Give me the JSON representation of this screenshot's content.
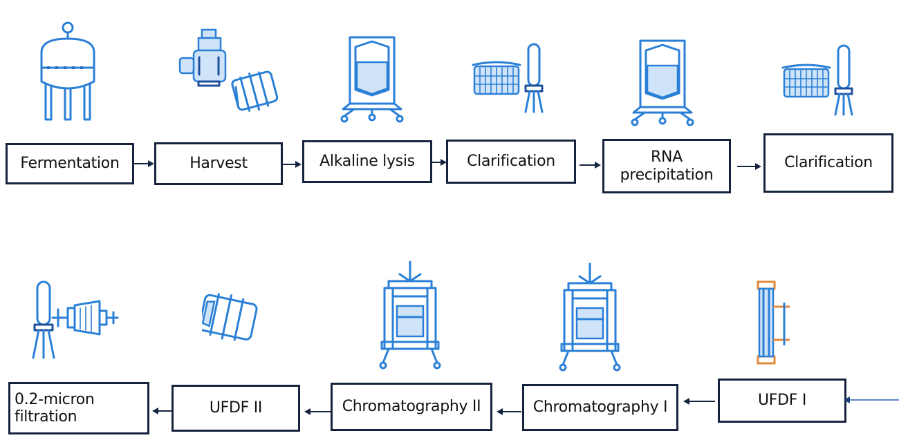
{
  "steps_row1": [
    {
      "label": "Fermentation",
      "icon": "fermenter-icon"
    },
    {
      "label": "Harvest",
      "icon": "centrifuge-icon"
    },
    {
      "label": "Alkaline lysis",
      "icon": "mixing-tank-icon"
    },
    {
      "label": "Clarification",
      "icon": "filter-basket-icon"
    },
    {
      "label_line1": "RNA",
      "label_line2": "precipitation",
      "icon": "mixing-tank-icon"
    },
    {
      "label": "Clarification",
      "icon": "filter-basket-icon"
    }
  ],
  "steps_row2": [
    {
      "label_line1": "0.2-micron",
      "label_line2": "filtration",
      "icon": "sterile-filter-icon"
    },
    {
      "label": "UFDF II",
      "icon": "tff-cassette-icon"
    },
    {
      "label": "Chromatography II",
      "icon": "chromatography-column-icon"
    },
    {
      "label": "Chromatography I",
      "icon": "chromatography-column-icon"
    },
    {
      "label": "UFDF I",
      "icon": "hollow-fiber-icon"
    }
  ],
  "colors": {
    "icon_blue": "#2a7fd6",
    "icon_dark": "#1d4f9a",
    "box_border": "#15233f",
    "accent_orange": "#e08a3a"
  }
}
